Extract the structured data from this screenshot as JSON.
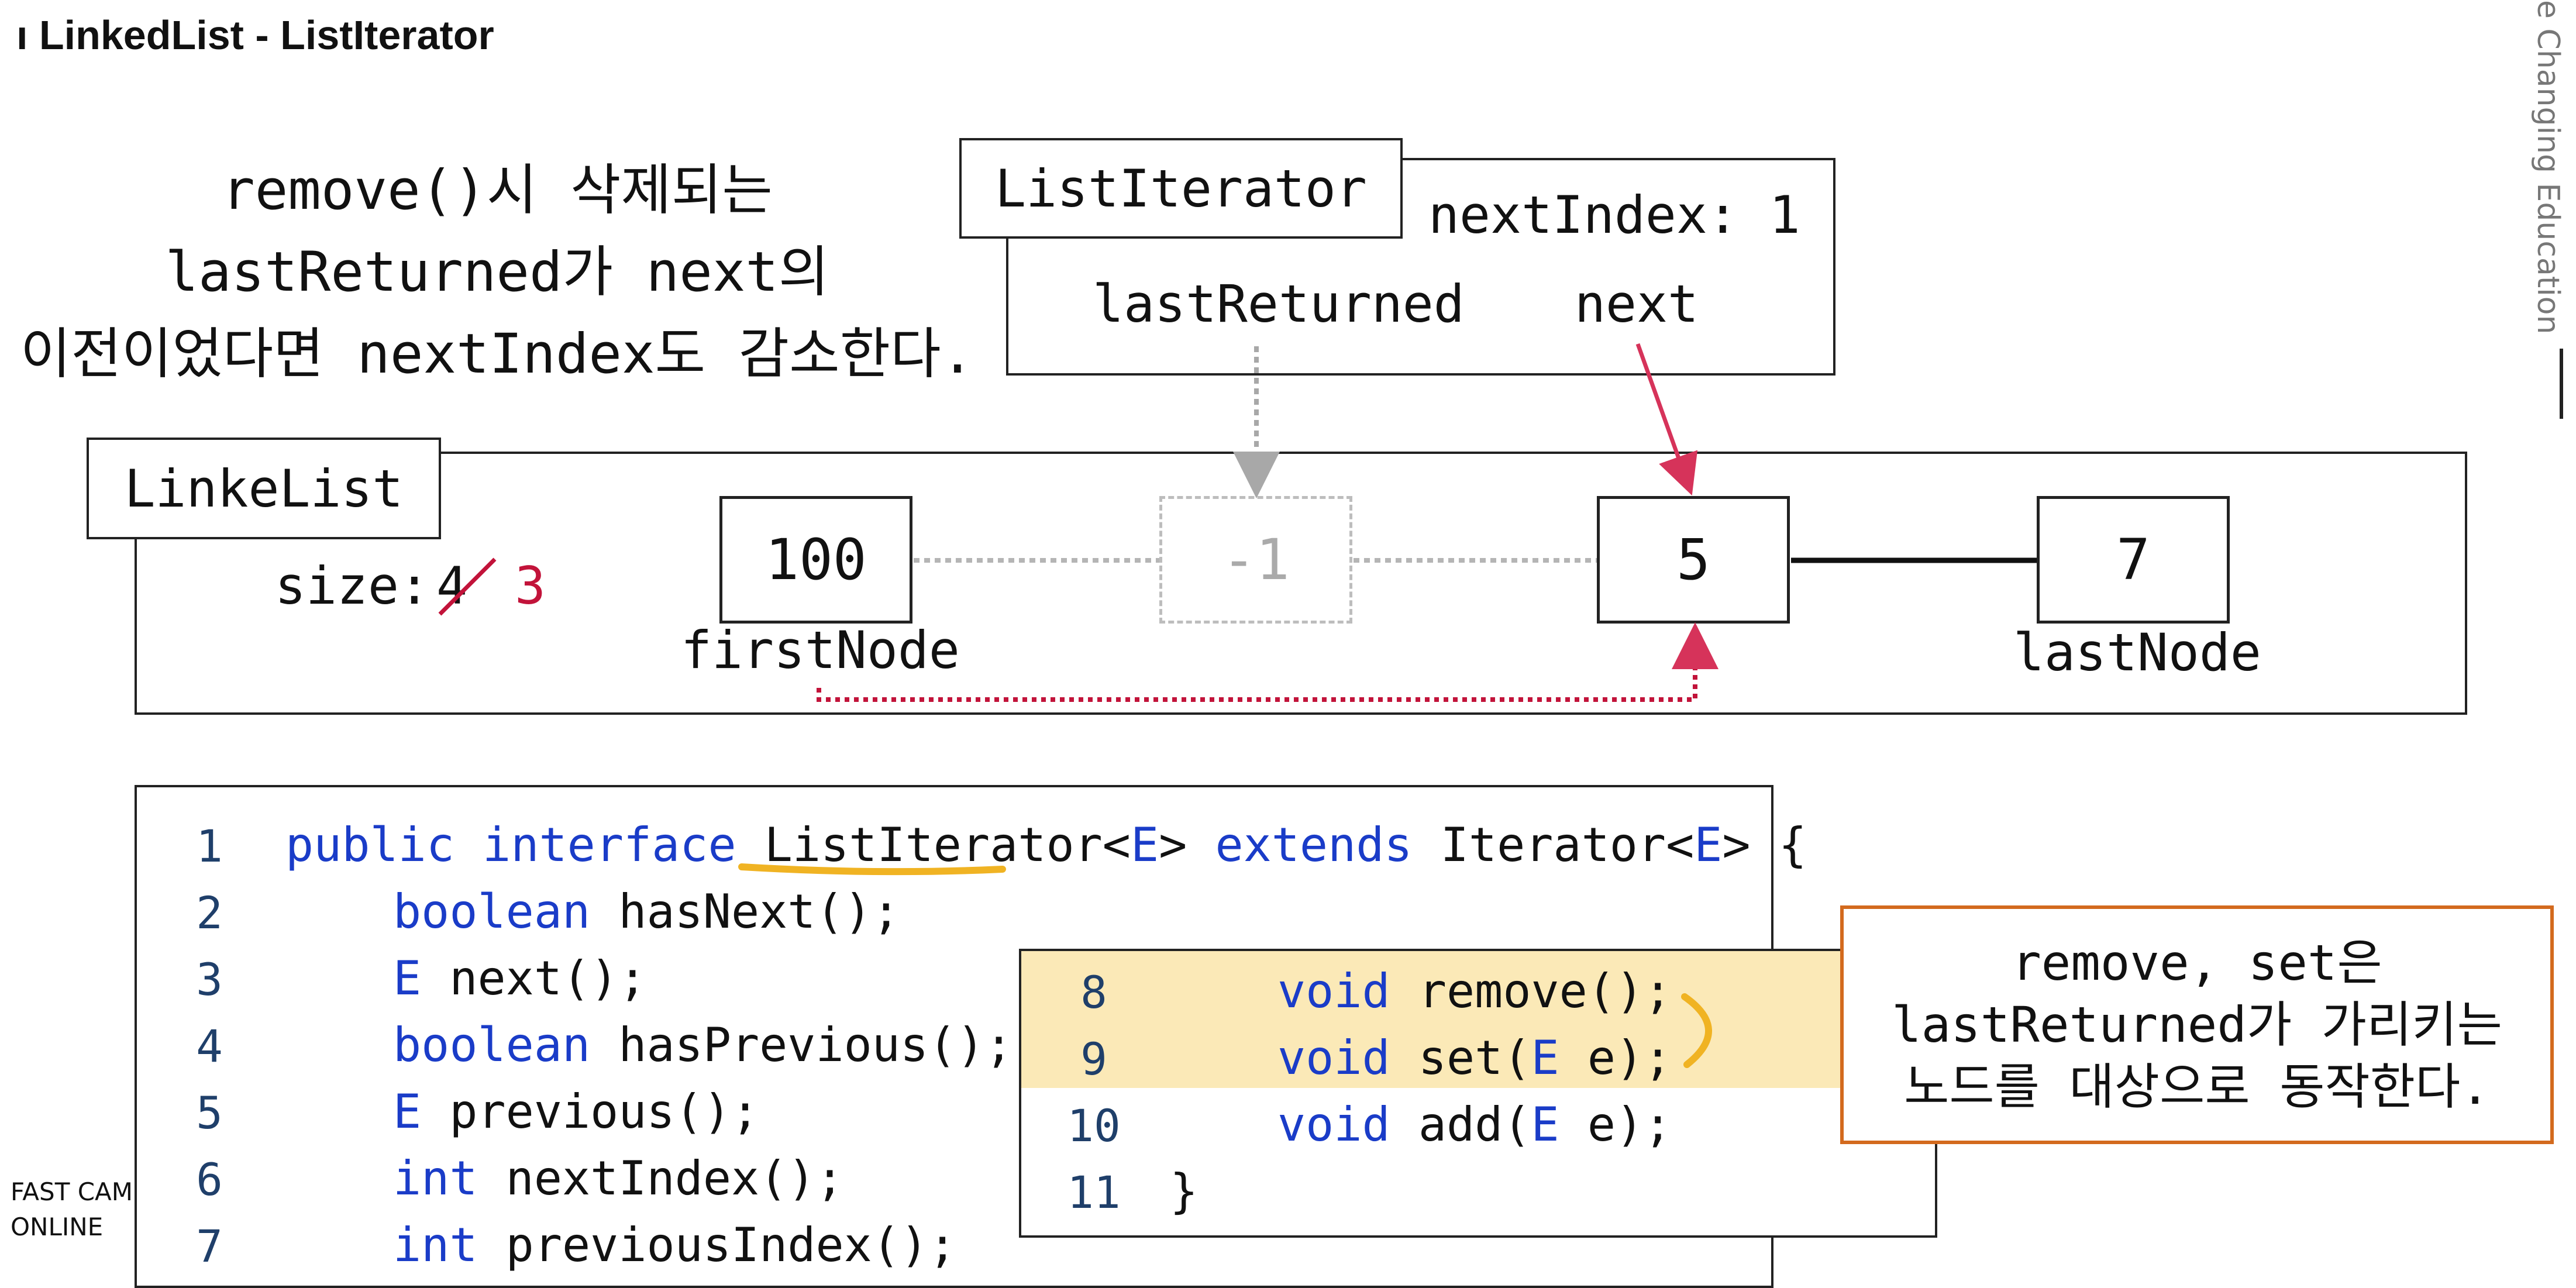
{
  "slide": {
    "title": "ı LinkedList - ListIterator",
    "side_caption": "e Changing Education",
    "footer": "FAST CAM\nONLINE"
  },
  "notes": {
    "left": "remove()시 삭제되는\nlastReturned가 next의\n이전이었다면 nextIndex도 감소한다.",
    "right": "remove, set은\nlastReturned가 가리키는\n노드를 대상으로 동작한다."
  },
  "iterator": {
    "label": "ListIterator",
    "next_index": "nextIndex: 1",
    "last_returned": "lastReturned",
    "next": "next"
  },
  "linked_list": {
    "label": "LinkeList",
    "size_label": "size:",
    "size_old": "4",
    "size_new": "3",
    "nodes": [
      {
        "value": "100",
        "state": "normal"
      },
      {
        "value": "-1",
        "state": "removed"
      },
      {
        "value": "5",
        "state": "normal"
      },
      {
        "value": "7",
        "state": "normal"
      }
    ],
    "first_node_label": "firstNode",
    "last_node_label": "lastNode"
  },
  "code": {
    "lines": [
      {
        "num": "1",
        "text": "public interface ListIterator<E> extends Iterator<E> {"
      },
      {
        "num": "2",
        "text": "boolean hasNext();"
      },
      {
        "num": "3",
        "text": "E next();"
      },
      {
        "num": "4",
        "text": "boolean hasPrevious();"
      },
      {
        "num": "5",
        "text": "E previous();"
      },
      {
        "num": "6",
        "text": "int nextIndex();"
      },
      {
        "num": "7",
        "text": "int previousIndex();"
      }
    ],
    "popup_lines": [
      {
        "num": "8",
        "text": "void remove();"
      },
      {
        "num": "9",
        "text": "void set(E e);"
      },
      {
        "num": "10",
        "text": "void add(E e);"
      },
      {
        "num": "11",
        "text": "}"
      }
    ]
  },
  "colors": {
    "arrow_red": "#d6335a",
    "highlight": "#fbe9b7",
    "note_border": "#d36a1e",
    "keyword": "#1a3cc8",
    "underline": "#f0b323"
  }
}
